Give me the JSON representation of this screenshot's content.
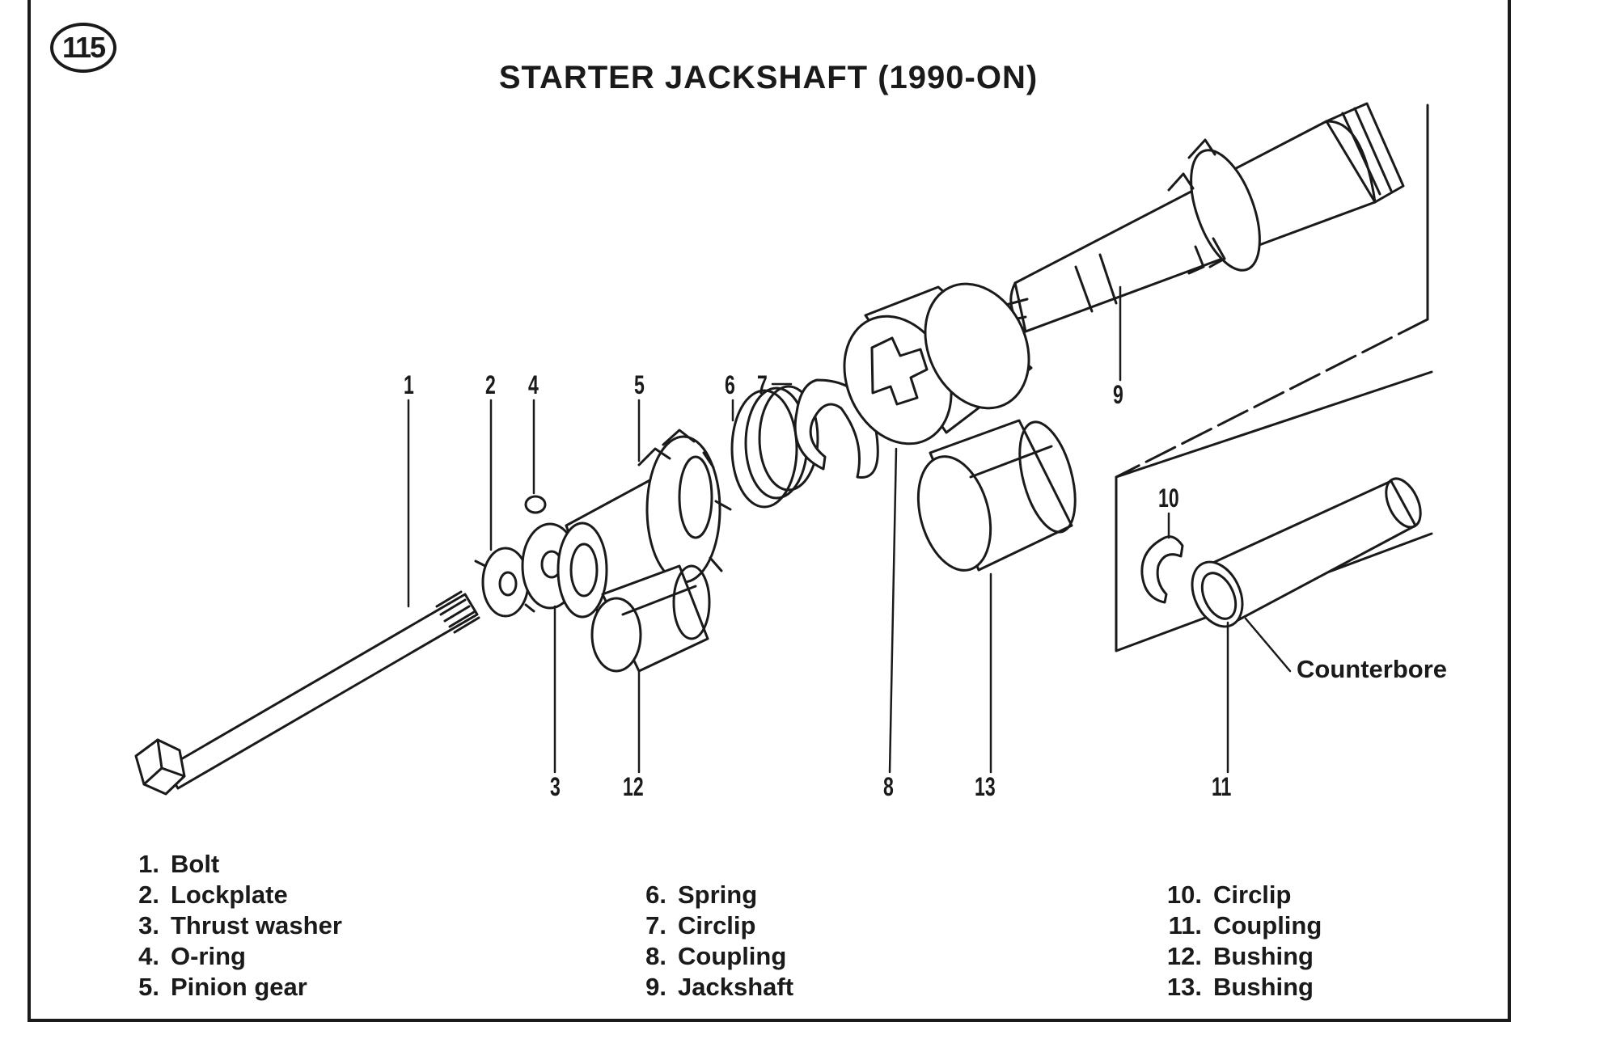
{
  "figure": {
    "number": "115",
    "title": "STARTER JACKSHAFT (1990-ON)"
  },
  "callouts": [
    "1",
    "2",
    "4",
    "5",
    "6",
    "7",
    "9",
    "10",
    "3",
    "12",
    "8",
    "13",
    "11"
  ],
  "counterbore_label": "Counterbore",
  "legend": {
    "column1": [
      {
        "num": "1.",
        "text": "Bolt"
      },
      {
        "num": "2.",
        "text": "Lockplate"
      },
      {
        "num": "3.",
        "text": "Thrust washer"
      },
      {
        "num": "4.",
        "text": "O-ring"
      },
      {
        "num": "5.",
        "text": "Pinion gear"
      }
    ],
    "column2": [
      {
        "num": "6.",
        "text": "Spring"
      },
      {
        "num": "7.",
        "text": "Circlip"
      },
      {
        "num": "8.",
        "text": "Coupling"
      },
      {
        "num": "9.",
        "text": "Jackshaft"
      }
    ],
    "column3": [
      {
        "num": "10.",
        "text": "Circlip"
      },
      {
        "num": "11.",
        "text": "Coupling"
      },
      {
        "num": "12.",
        "text": "Bushing"
      },
      {
        "num": "13.",
        "text": "Bushing"
      }
    ]
  }
}
